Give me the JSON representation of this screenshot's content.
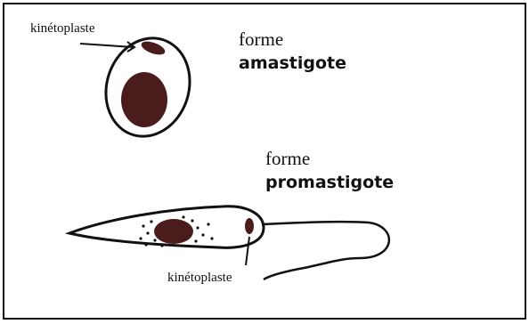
{
  "colors": {
    "ink": "#111111",
    "nucleus": "#4a1c1c",
    "background": "#ffffff"
  },
  "labels": {
    "kinetoplast_top": "kinétoplaste",
    "amastigote_line1": "forme",
    "amastigote_line2": "amastigote",
    "promastigote_line1": "forme",
    "promastigote_line2": "promastigote",
    "kinetoplast_bottom": "kinétoplaste"
  }
}
